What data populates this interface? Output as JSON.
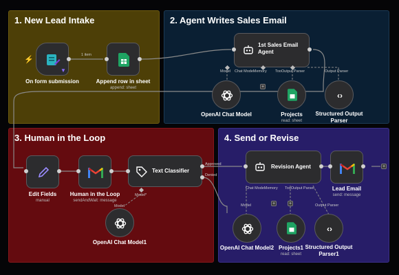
{
  "sections": {
    "s1": {
      "title": "1. New Lead Intake",
      "color": "#5a4a08"
    },
    "s2": {
      "title": "2. Agent Writes Sales Email",
      "color": "#0b2236"
    },
    "s3": {
      "title": "3. Human in the Loop",
      "color": "#6b0d10"
    },
    "s4": {
      "title": "4. Send or Revise",
      "color": "#2a1f6e"
    }
  },
  "nodes": {
    "form_trigger": {
      "label": "On form submission",
      "icon": "form-icon"
    },
    "append_row": {
      "label": "Append row in sheet",
      "sub": "append: sheet",
      "icon": "sheets-icon"
    },
    "agent1": {
      "label": "1st Sales Email Agent",
      "icon": "robot-icon"
    },
    "openai1": {
      "label": "OpenAI Chat Model",
      "icon": "openai-icon"
    },
    "projects": {
      "label": "Projects",
      "sub": "read: sheet",
      "icon": "sheets-icon"
    },
    "parser1": {
      "label": "Structured Output Parser",
      "icon": "code-icon"
    },
    "edit_fields": {
      "label": "Edit Fields",
      "sub": "manual",
      "icon": "pencil-icon"
    },
    "hitl": {
      "label": "Human in the Loop",
      "sub": "sendAndWait: message",
      "icon": "gmail-icon"
    },
    "classifier": {
      "label": "Text Classifier",
      "icon": "tag-icon"
    },
    "openai3": {
      "label": "OpenAI Chat Model1",
      "icon": "openai-icon"
    },
    "revision": {
      "label": "Revision Agent",
      "icon": "robot-icon"
    },
    "lead_email": {
      "label": "Lead Email",
      "sub": "send: message",
      "icon": "gmail-icon"
    },
    "openai2": {
      "label": "OpenAI Chat Model2",
      "icon": "openai-icon"
    },
    "projects1": {
      "label": "Projects1",
      "sub": "read: sheet",
      "icon": "sheets-icon"
    },
    "parser2": {
      "label": "Structured Output Parser1",
      "icon": "code-icon"
    }
  },
  "ports": {
    "item_count": "1 item",
    "agent1_model": "Model",
    "agent1_memory": "Chat ModeMemory",
    "agent1_tool": "TooOutput Parser",
    "agent1_parser": "Output Parser",
    "classifier_approved": "Approved",
    "classifier_denied": "Denied",
    "classifier_model": "Model*",
    "classifier_model_in": "Model",
    "revision_memory": "Chat ModeMemory",
    "revision_tool": "TooOutput Parser",
    "revision_model": "Model",
    "revision_parser": "Output Parser"
  }
}
